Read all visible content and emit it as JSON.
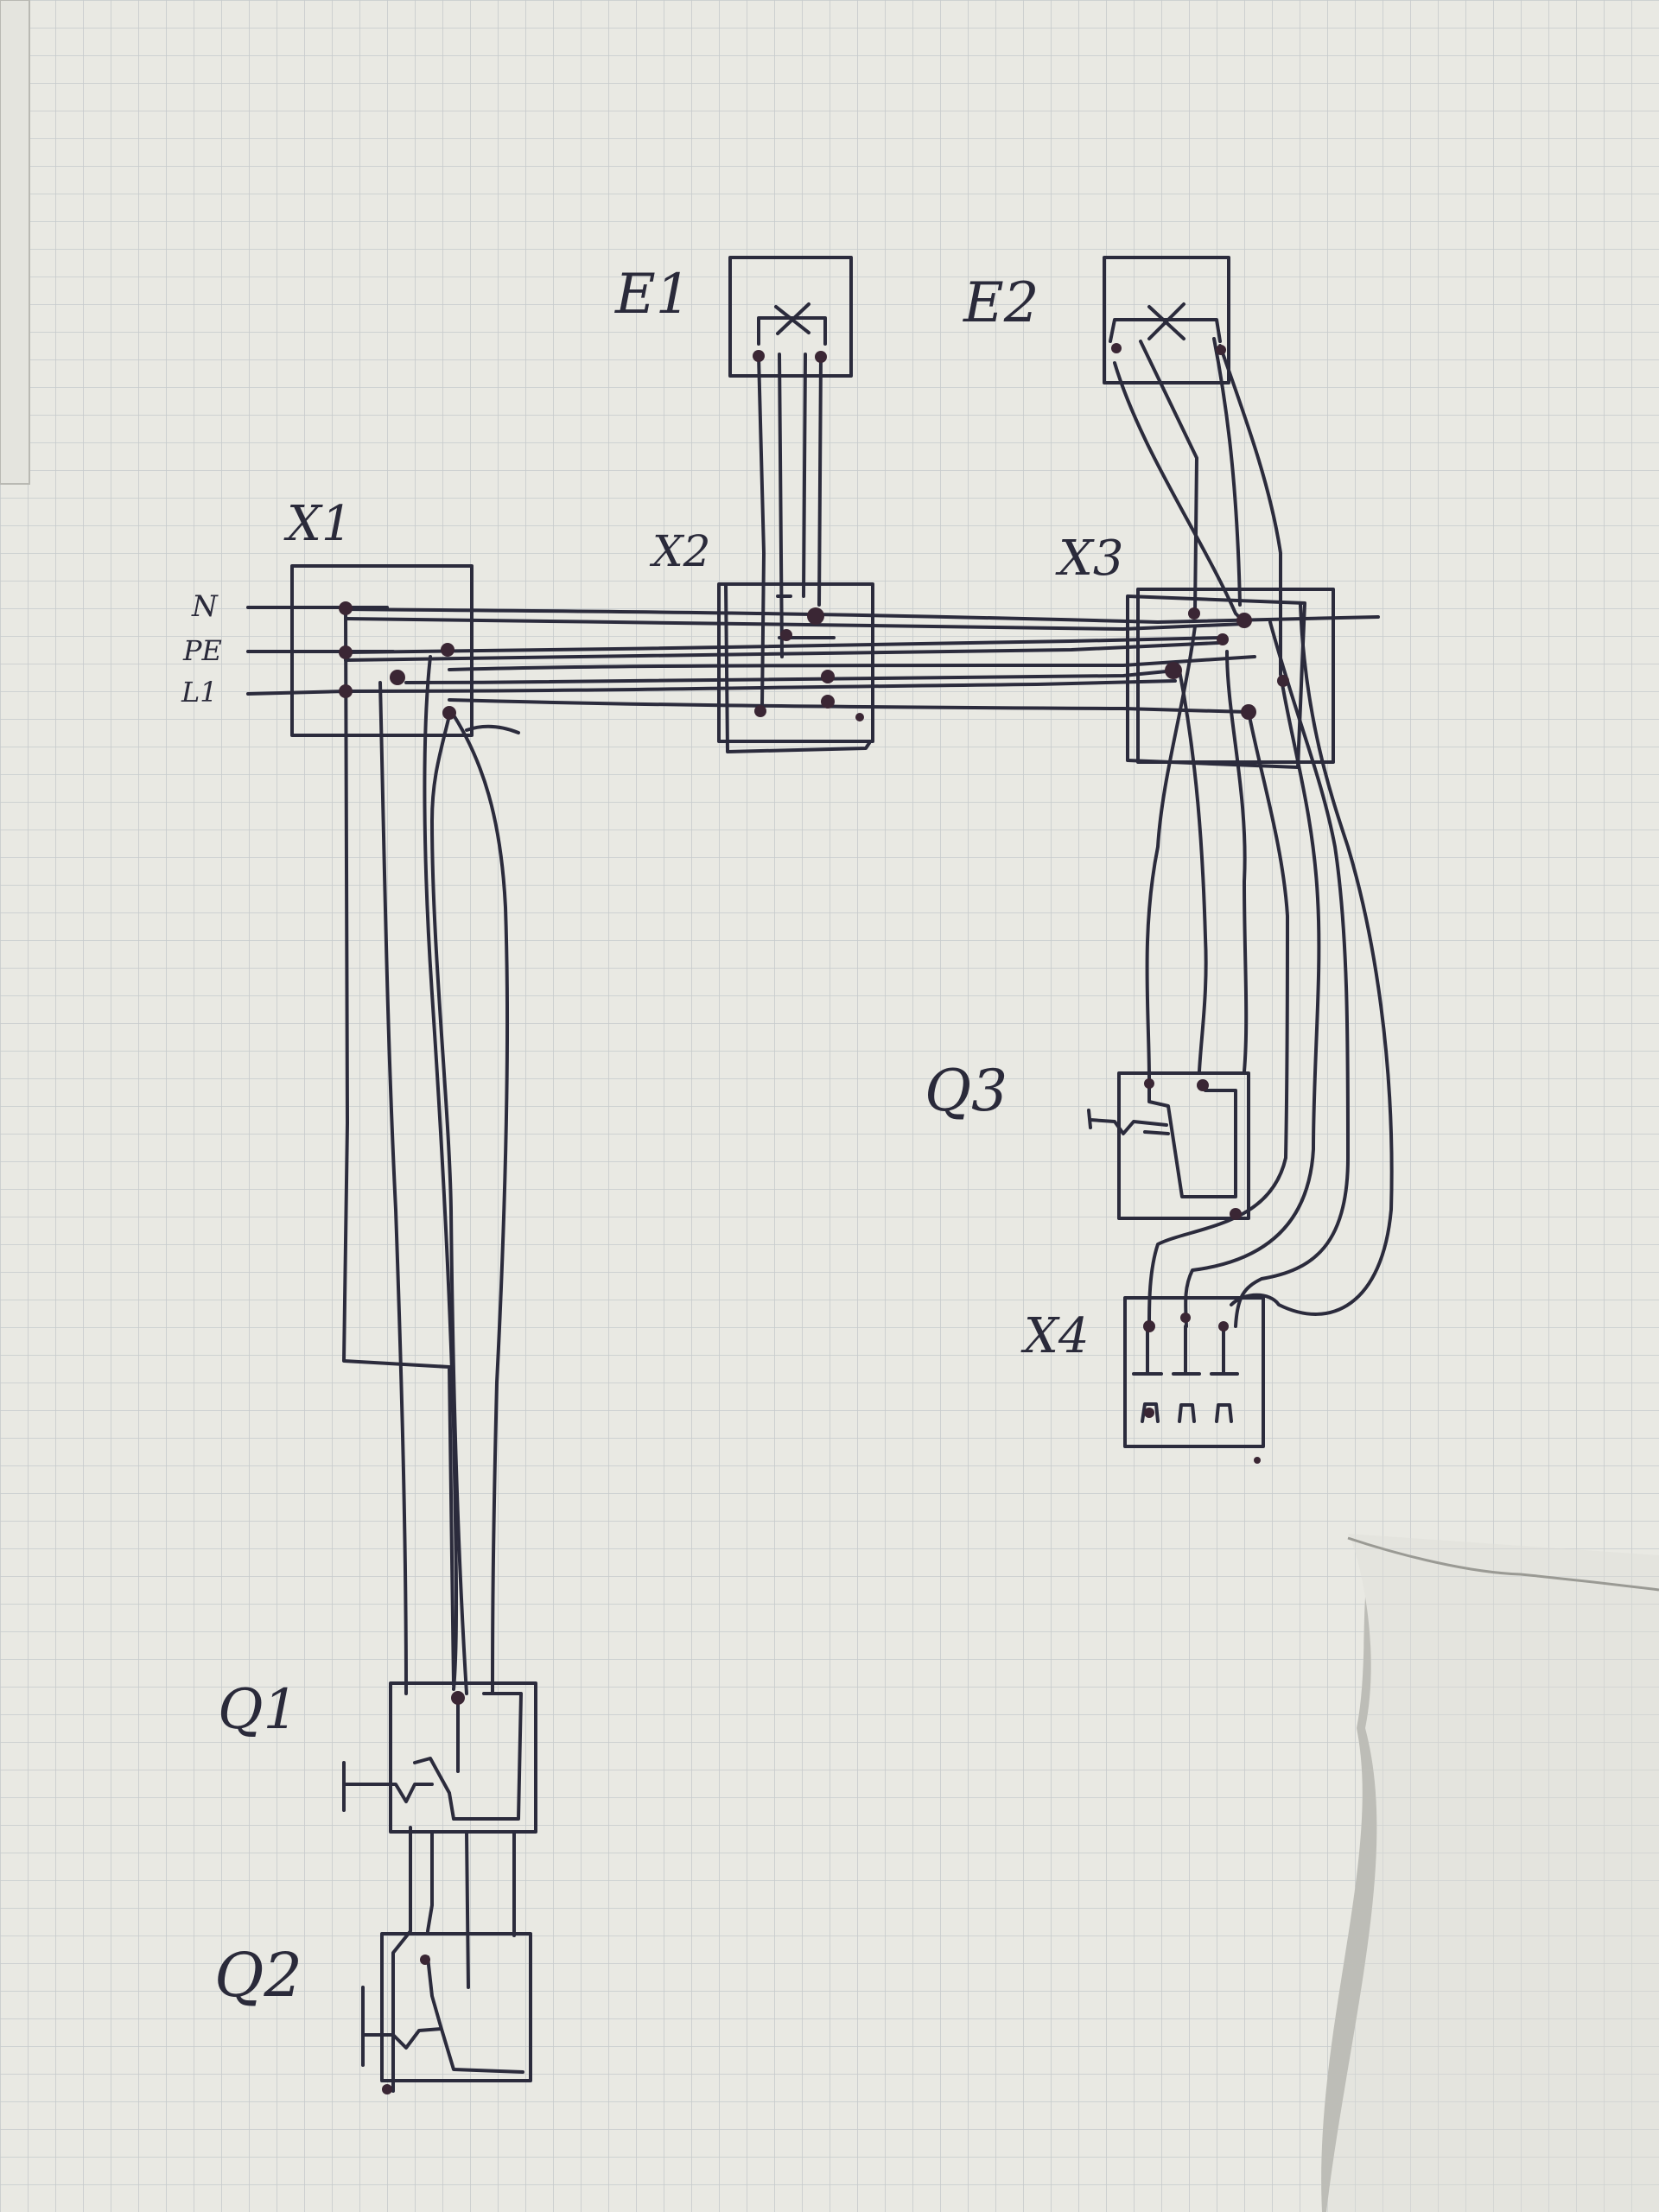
{
  "colors": {
    "paper": "#e9e9e3",
    "grid": "#c2c6c8",
    "ink": "#2b2b3c",
    "dot": "#3a2634",
    "background": "#b9b9b3"
  },
  "labels": {
    "e1": "E1",
    "e2": "E2",
    "x1": "X1",
    "x2": "X2",
    "x3": "X3",
    "x4": "X4",
    "q1": "Q1",
    "q2": "Q2",
    "q3": "Q3"
  },
  "conductors": {
    "n": "N",
    "pe": "PE",
    "l1": "L1"
  },
  "lamp_symbol": "X"
}
